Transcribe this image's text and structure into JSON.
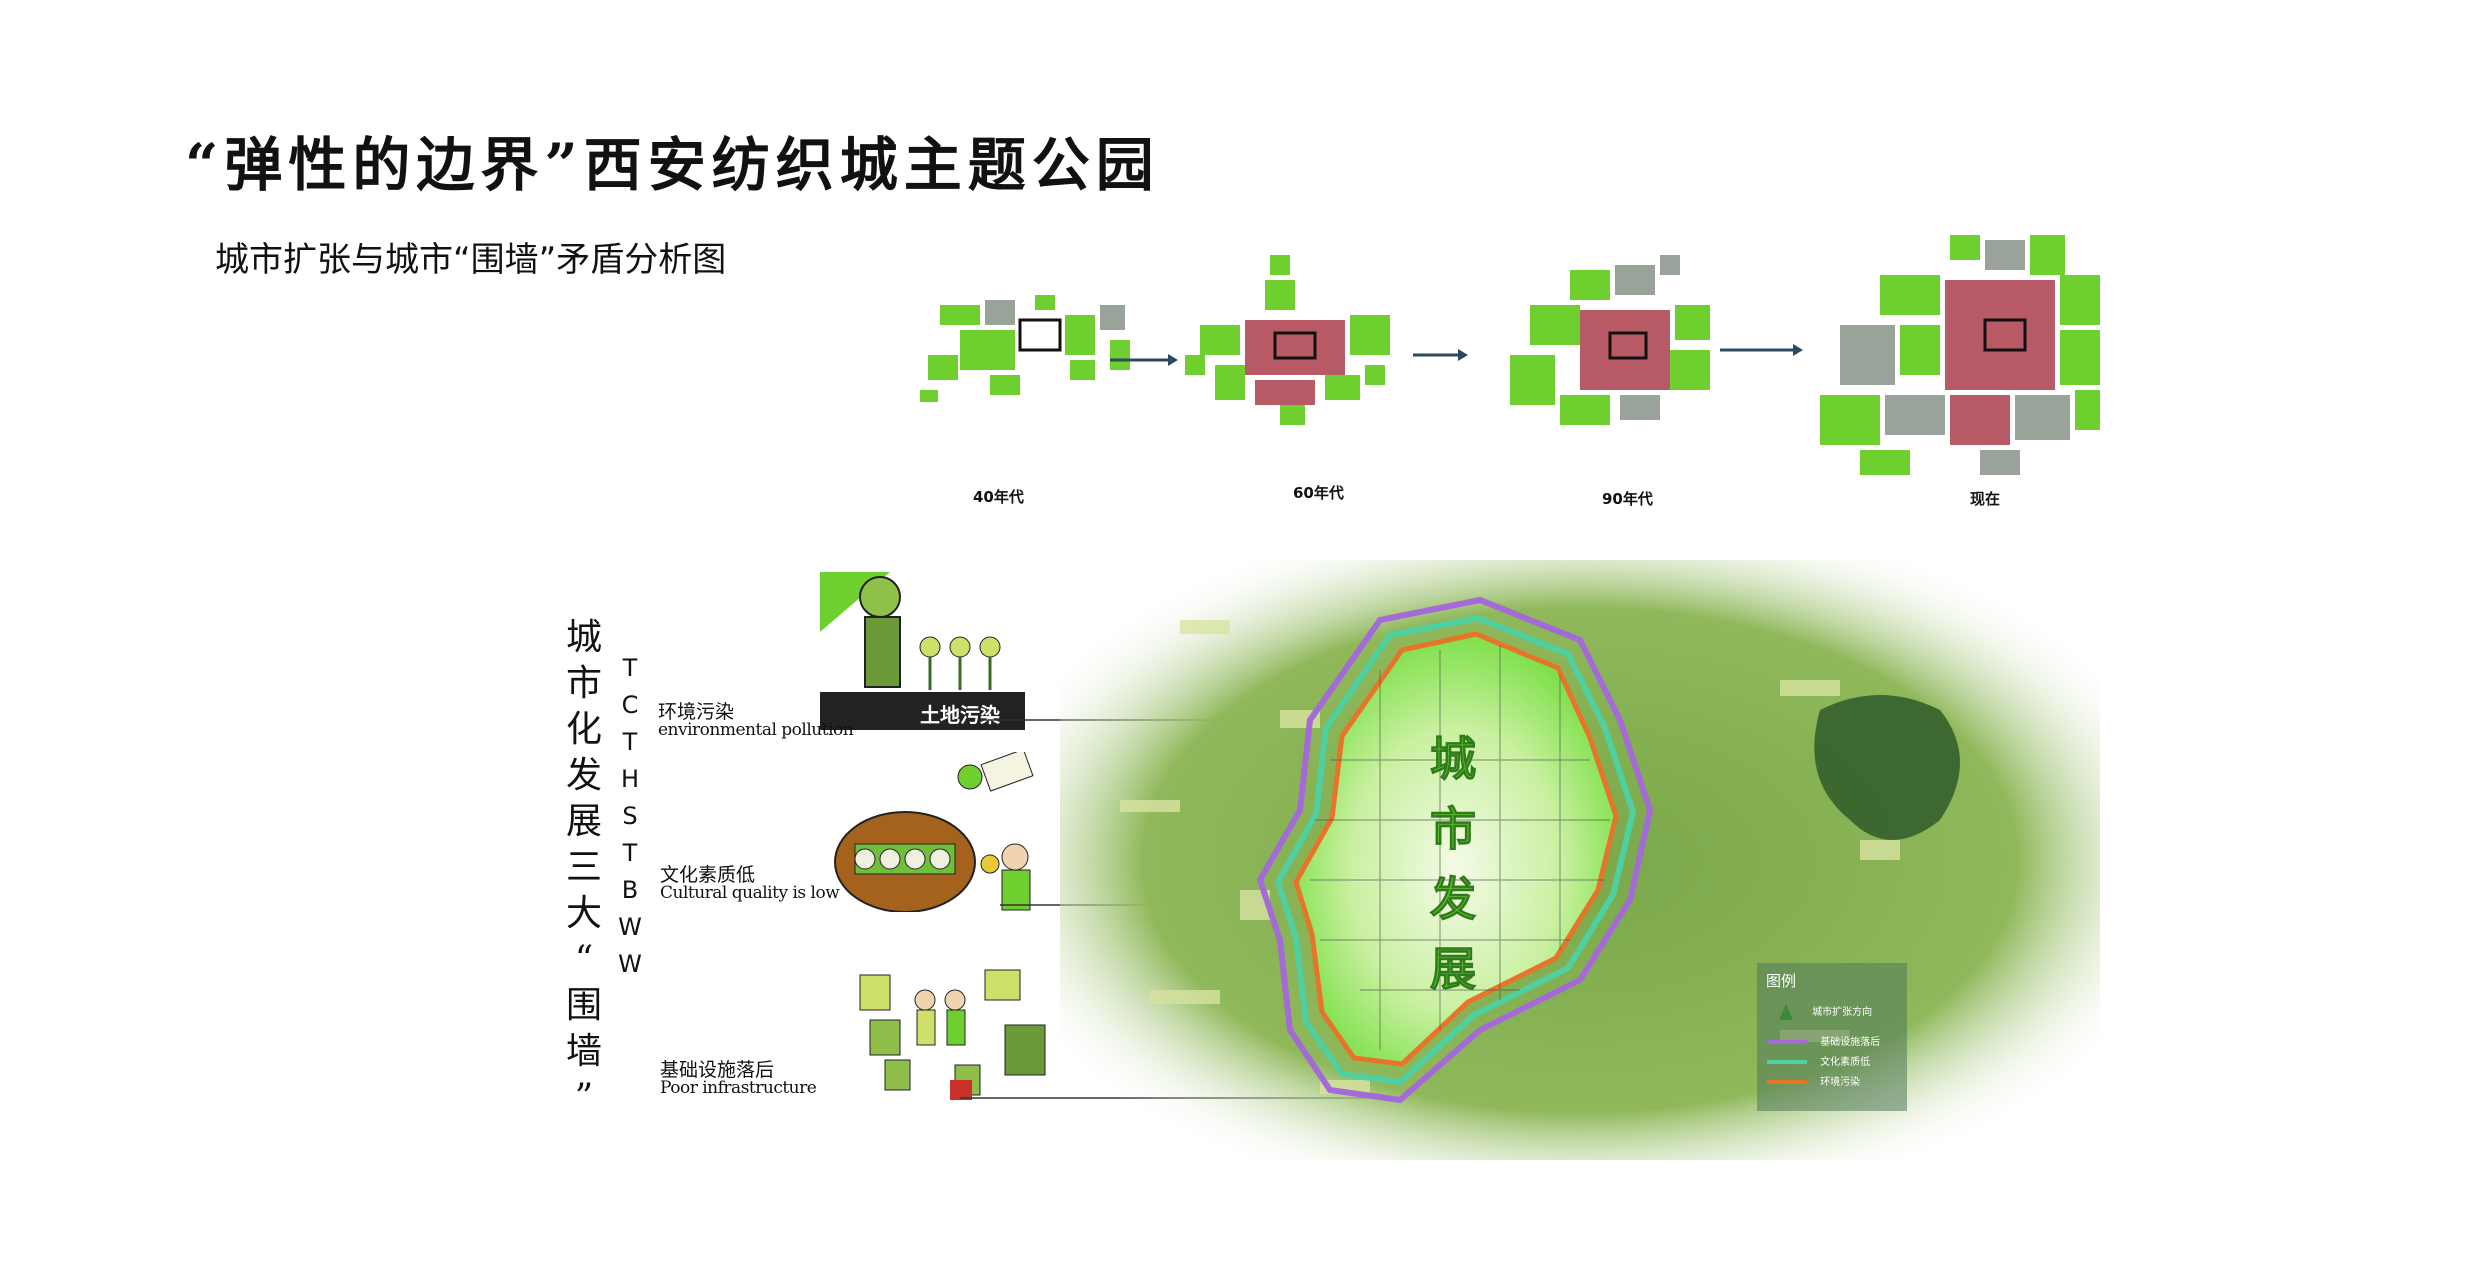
{
  "header": {
    "title": "“弹性的边界”西安纺织城主题公园",
    "subtitle": "城市扩张与城市“围墙”矛盾分析图"
  },
  "timeline": {
    "eras": [
      {
        "label": "40年代"
      },
      {
        "label": "60年代"
      },
      {
        "label": "90年代"
      },
      {
        "label": "现在"
      }
    ]
  },
  "side_title": {
    "zh": [
      "城",
      "市",
      "化",
      "发",
      "展",
      "三",
      "大",
      "“",
      "围",
      "墙",
      "”"
    ],
    "en": [
      "T",
      "C",
      "T",
      "H",
      "S",
      "T",
      "B",
      "W",
      "W"
    ]
  },
  "issues": [
    {
      "zh": "环境污染",
      "en": "environmental pollution",
      "illustration_text": "土地污染"
    },
    {
      "zh": "文化素质低",
      "en": "Cultural quality is low"
    },
    {
      "zh": "基础设施落后",
      "en": "Poor infrastructure"
    }
  ],
  "map": {
    "overlay_text": [
      "城",
      "市",
      "发",
      "展"
    ],
    "legend": {
      "title": "图例",
      "items": [
        {
          "label": "城市扩张方向",
          "color": "#3a8a3a"
        },
        {
          "label": "基础设施落后",
          "color": "#a36ad8"
        },
        {
          "label": "文化素质低",
          "color": "#4fd0a0"
        },
        {
          "label": "环境污染",
          "color": "#e8742a"
        }
      ]
    }
  },
  "colors": {
    "green": "#6fcf2f",
    "urban_red": "#b85a66",
    "gray": "#9aa39a",
    "arrow": "#2c4a5e"
  }
}
